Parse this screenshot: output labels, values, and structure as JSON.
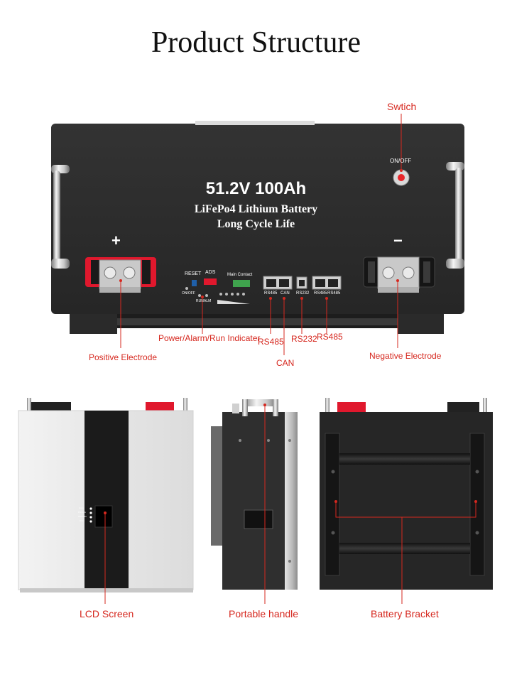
{
  "title": "Product Structure",
  "front_panel": {
    "voltage_capacity": "51.2V 100Ah",
    "chemistry": "LiFePo4 Lithium Battery",
    "tagline": "Long Cycle Life",
    "plus_sign": "+",
    "minus_sign": "−",
    "switch_label": "ON/OFF",
    "reset_label": "RESET",
    "ads_label": "ADS",
    "main_contact_label": "Main Contact",
    "onoff_small": "ON/OFF",
    "run_label": "RUN",
    "alm_label": "ALM",
    "port_labels": [
      "RS485",
      "CAN",
      "RS232",
      "RS485",
      "RS485"
    ]
  },
  "callouts": {
    "switch": "Swtich",
    "positive": "Positive Electrode",
    "negative": "Negative Electrode",
    "indicator": "Power/Alarm/Run Indicater",
    "rs485": "RS485",
    "can": "CAN",
    "rs232": "RS232",
    "rs485_b": "RS485",
    "lcd": "LCD Screen",
    "handle": "Portable handle",
    "bracket": "Battery Bracket"
  },
  "lcd_leds": [
    "CHG",
    "DSCHG",
    "WRONG",
    "RUN"
  ],
  "colors": {
    "callout": "#d6281f",
    "panel": "#2b2b2b",
    "terminal_red": "#e0182d",
    "terminal_black": "#1a1a1a"
  }
}
